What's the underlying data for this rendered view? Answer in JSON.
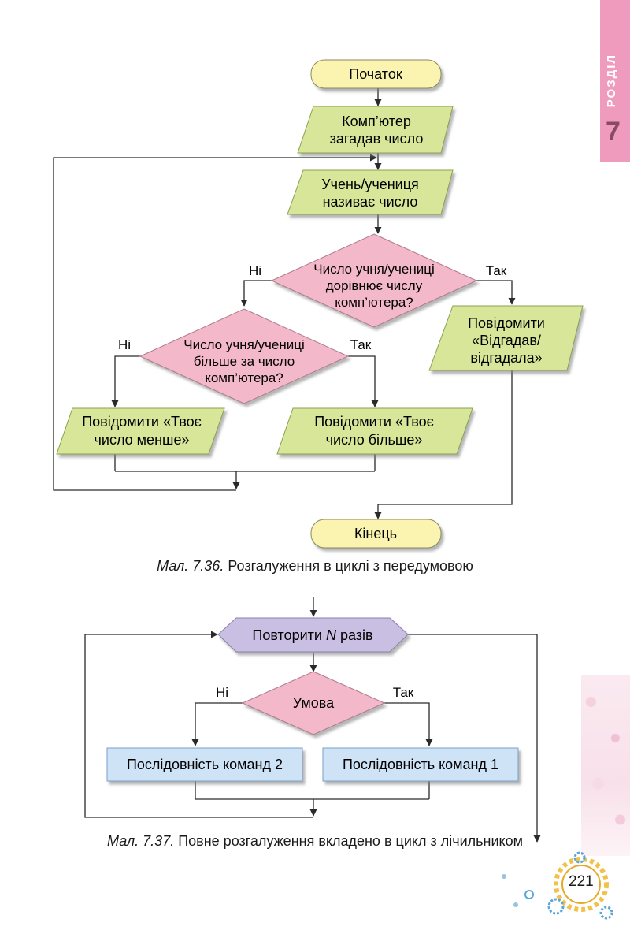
{
  "sidebar": {
    "label": "РОЗДІЛ",
    "number": "7"
  },
  "figure_1": {
    "start": "Початок",
    "end": "Кінець",
    "computer_input": [
      "Комп’ютер",
      "загадав число"
    ],
    "student_input": [
      "Учень/учениця",
      "називає число"
    ],
    "decision_equal": [
      "Число учня/учениці",
      "дорівнює числу",
      "комп’ютера?"
    ],
    "decision_greater": [
      "Число учня/учениці",
      "більше за число",
      "комп’ютера?"
    ],
    "msg_guessed": [
      "Повідомити",
      "«Відгадав/",
      "відгадала»"
    ],
    "msg_less": [
      "Повідомити «Твоє",
      "число менше»"
    ],
    "msg_more": [
      "Повідомити «Твоє",
      "число більше»"
    ],
    "no_label": "Ні",
    "yes_label": "Так",
    "caption_prefix": "Мал. 7.36.",
    "caption_text": " Розгалуження в циклі з передумовою"
  },
  "figure_2": {
    "loop": "Повторити ",
    "loop_var": "N",
    "loop_suffix": " разів",
    "condition": "Умова",
    "no_label": "Ні",
    "yes_label": "Так",
    "seq_2": "Послідовність команд 2",
    "seq_1": "Послідовність команд 1",
    "caption_prefix": "Мал. 7.37.",
    "caption_text": " Повне розгалуження вкладено в цикл з лічильником"
  },
  "page_number": "221",
  "colors": {
    "terminal": "#fbf3b0",
    "io": "#d8e69a",
    "decision": "#f4b8cb",
    "loop": "#c9bfe2",
    "process": "#cfe3f7",
    "line": "#2a2a2a",
    "tab": "#ef9bbd"
  }
}
